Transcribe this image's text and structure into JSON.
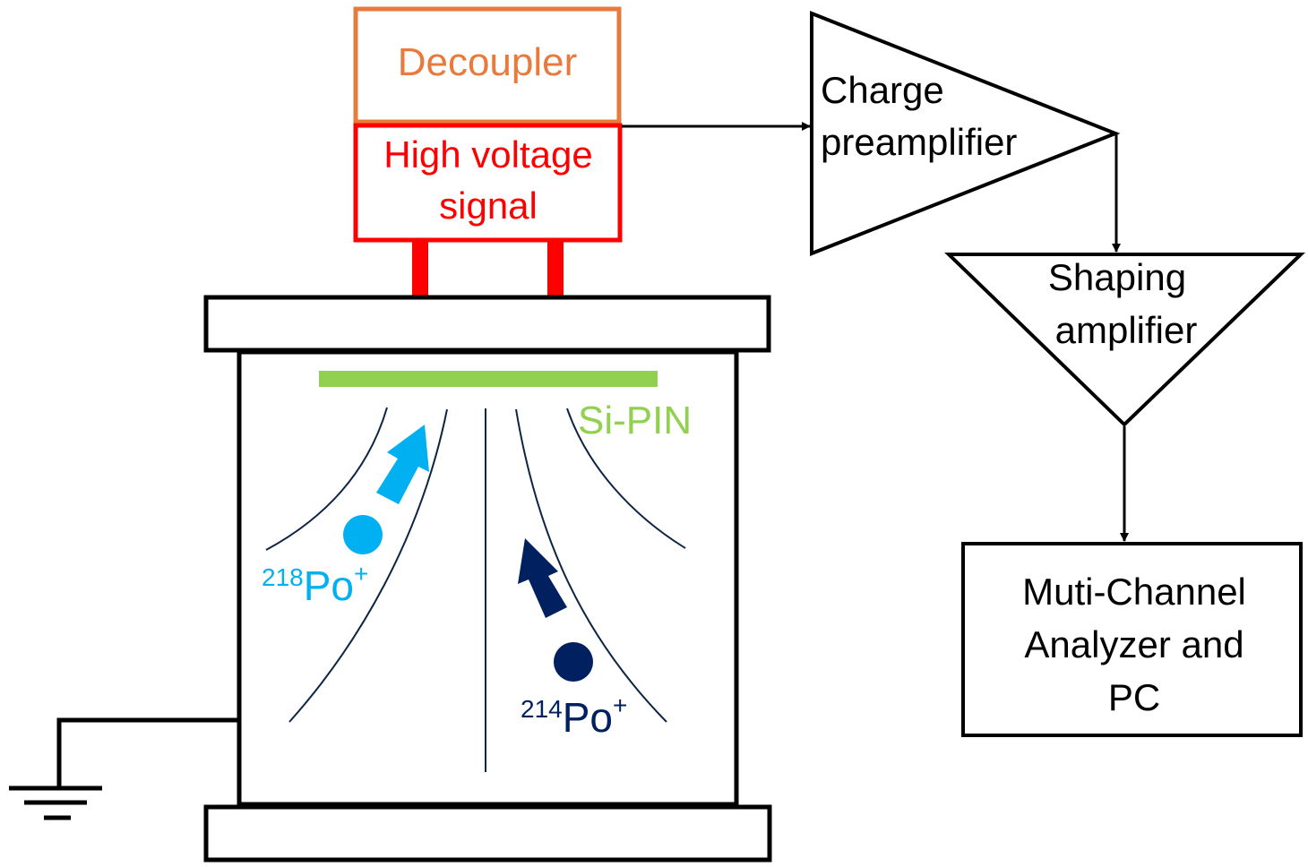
{
  "blocks": {
    "decoupler": "Decoupler",
    "hv_line1": "High voltage",
    "hv_line2": "signal",
    "sipin": "Si-PIN",
    "charge_line1": "Charge",
    "charge_line2": "preamplifier",
    "shaping_line1": "Shaping",
    "shaping_line2": "amplifier",
    "mca_line1": "Muti-Channel",
    "mca_line2": "Analyzer and",
    "mca_line3": "PC"
  },
  "ions": {
    "po218_mass": "218",
    "po218_symbol": "Po",
    "po218_charge": "+",
    "po214_mass": "214",
    "po214_symbol": "Po",
    "po214_charge": "+"
  },
  "colors": {
    "decoupler": "#e87a3c",
    "high_voltage": "#ff0000",
    "sipin": "#92d050",
    "po218": "#00b0f0",
    "po214": "#002060",
    "field_lines": "#0d2545"
  }
}
